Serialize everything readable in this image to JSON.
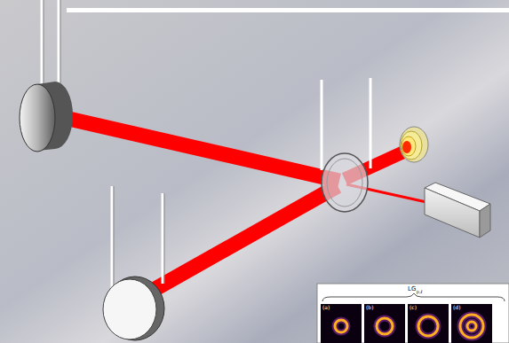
{
  "diagram": {
    "nodes": [
      {
        "text": [
          "(a)"
        ]
      },
      {
        "text": [
          "(b)"
        ]
      },
      {
        "text": [
          "(c)"
        ]
      },
      {
        "text": [
          "(d)"
        ]
      }
    ],
    "labels": [
      "LG",
      "p,ℓ"
    ]
  }
}
